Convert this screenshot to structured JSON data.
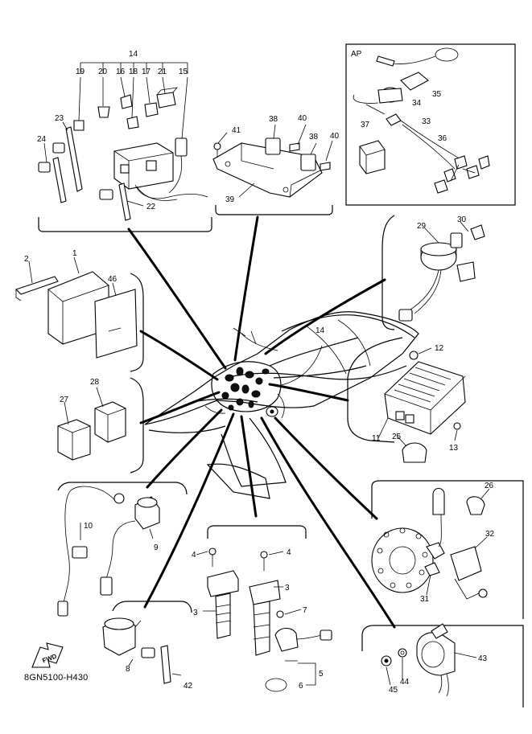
{
  "diagram": {
    "caption": "8GN5100-H430",
    "ap_label": "AP",
    "fwd_label": "FWD",
    "callouts": [
      "1",
      "2",
      "3",
      "3",
      "4",
      "4",
      "5",
      "6",
      "7",
      "8",
      "9",
      "10",
      "11",
      "12",
      "13",
      "14",
      "14",
      "15",
      "16",
      "17",
      "18",
      "19",
      "20",
      "21",
      "22",
      "23",
      "24",
      "25",
      "26",
      "27",
      "28",
      "29",
      "30",
      "31",
      "32",
      "33",
      "34",
      "35",
      "36",
      "37",
      "38",
      "38",
      "39",
      "40",
      "40",
      "41",
      "42",
      "43",
      "44",
      "45",
      "46"
    ]
  }
}
